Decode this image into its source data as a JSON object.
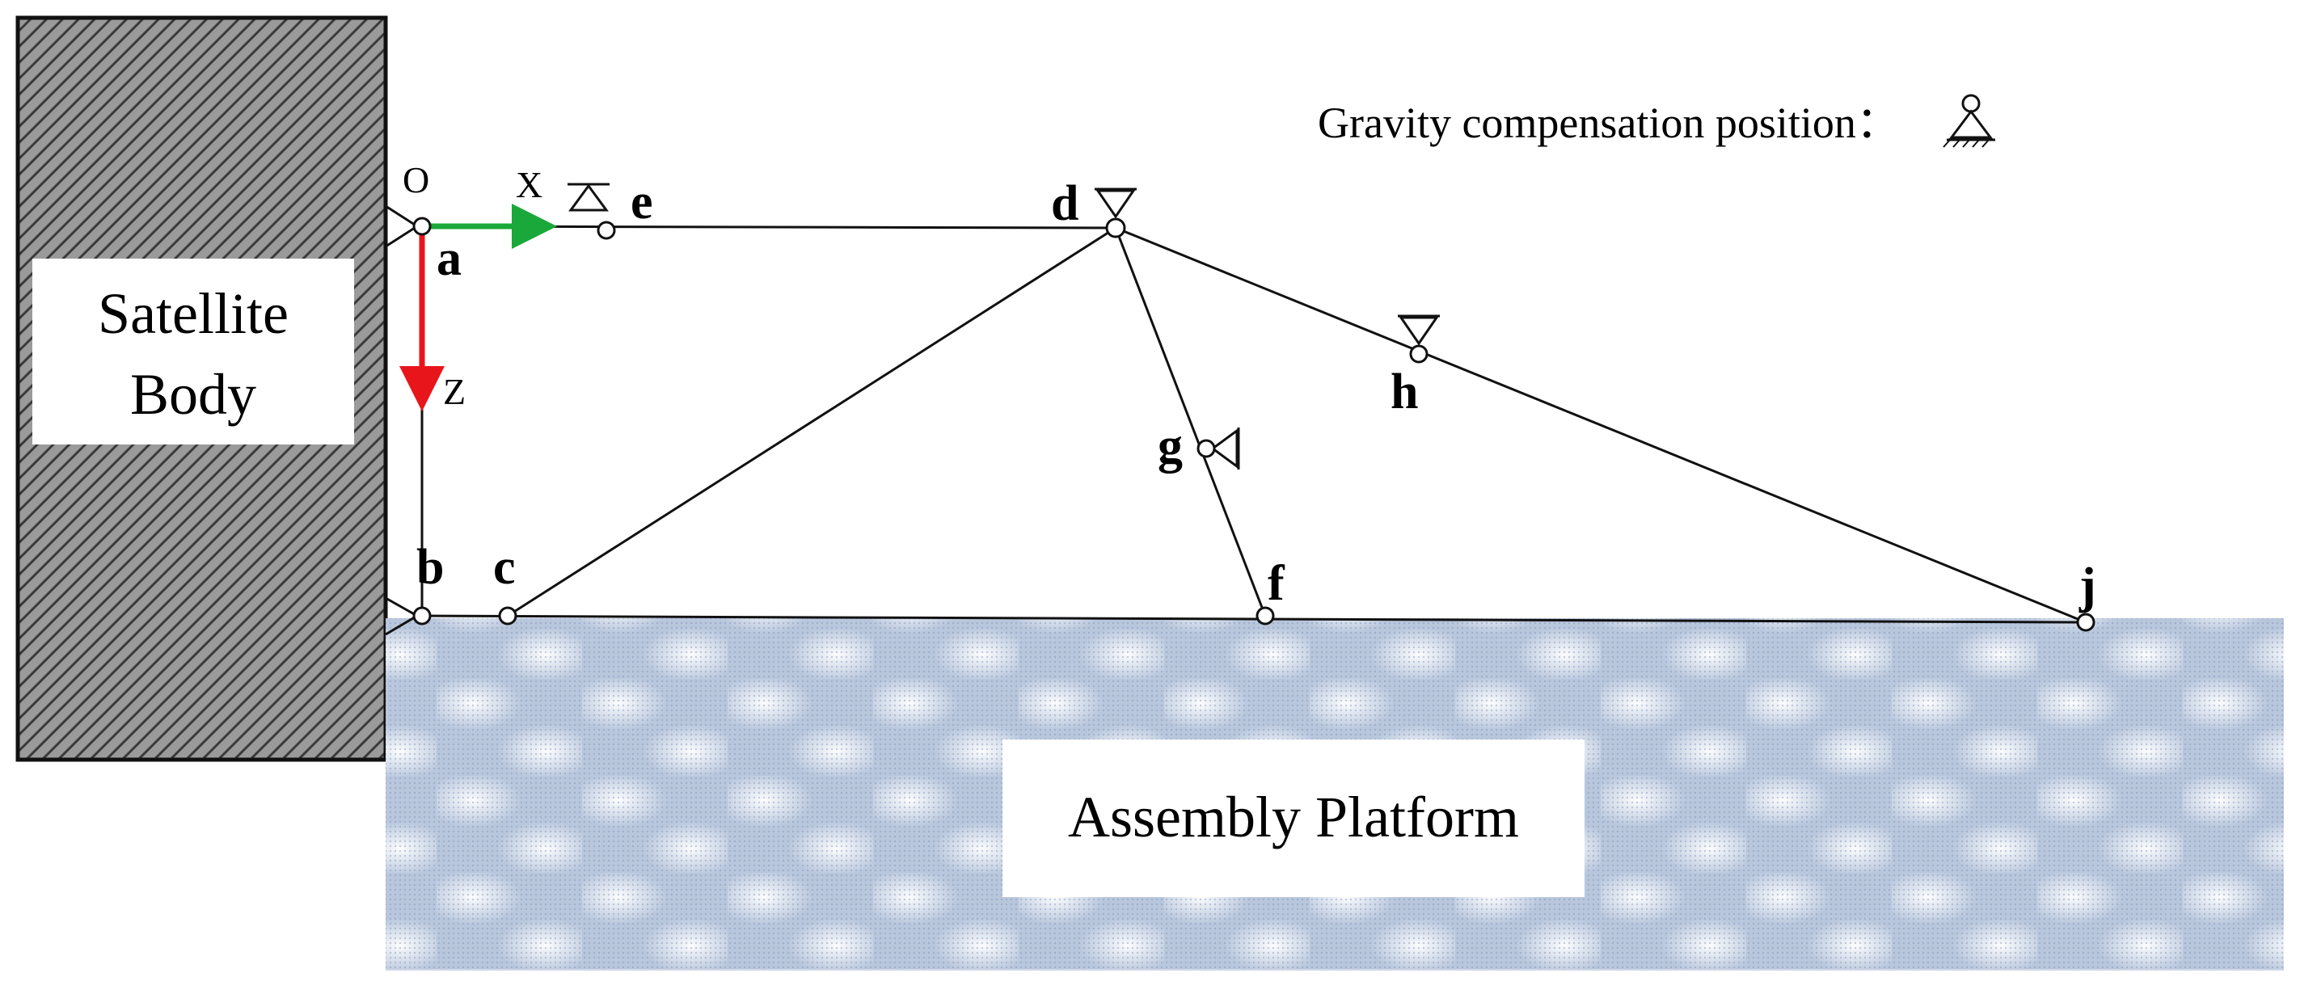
{
  "satellite_body": {
    "line1": "Satellite",
    "line2": "Body"
  },
  "assembly_platform": {
    "label": "Assembly Platform"
  },
  "legend": {
    "text": "Gravity compensation position："
  },
  "axes": {
    "origin": "O",
    "x": "X",
    "z": "Z",
    "x_color": "#1aa83a",
    "z_color": "#e8161b"
  },
  "points": {
    "a": "a",
    "b": "b",
    "c": "c",
    "d": "d",
    "e": "e",
    "f": "f",
    "g": "g",
    "h": "h",
    "j": "j"
  },
  "colors": {
    "line": "#111111",
    "platform": "#c8d4e6",
    "satellite_hatch": "#444444"
  }
}
